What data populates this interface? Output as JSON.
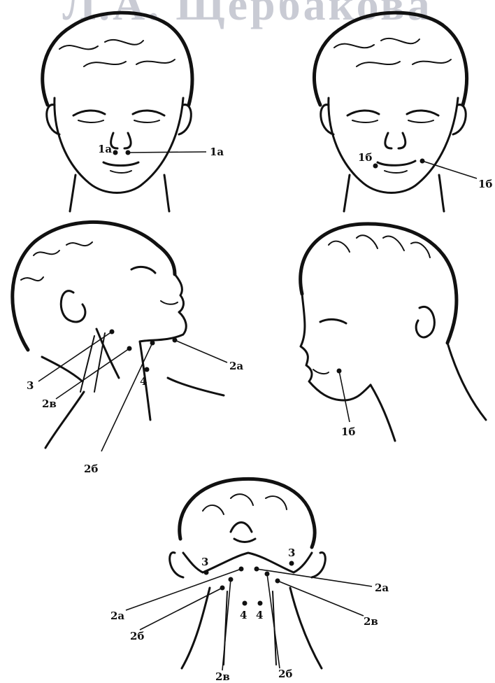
{
  "header": {
    "title": "Л.А. Щербакова"
  },
  "labels": {
    "p1a": "1а",
    "p1b": "1б",
    "p2a": "2а",
    "p2b": "2б",
    "p2v": "2в",
    "p3": "3",
    "p4": "4"
  }
}
